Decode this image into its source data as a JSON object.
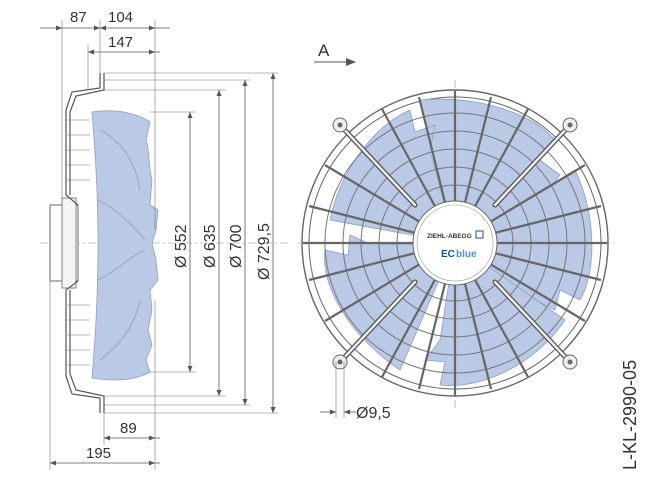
{
  "side_view": {
    "dimensions": {
      "top_left": "87",
      "top_right": "104",
      "mid_top": "147",
      "bottom_mid": "89",
      "bottom_total": "195"
    },
    "diameters": [
      "Ø 552",
      "Ø 635",
      "Ø 700",
      "Ø 729,5"
    ]
  },
  "front_view": {
    "view_label": "A",
    "hole_diameter": "Ø9,5",
    "brand_text": "ZIEHL-ABEGG",
    "product_text_ec": "EC",
    "product_text_blue": "blue"
  },
  "drawing_number": "L-KL-2990-05",
  "colors": {
    "blade_fill": "#b9c9e6",
    "brand_blue": "#1a4fa0",
    "line": "#555555"
  }
}
